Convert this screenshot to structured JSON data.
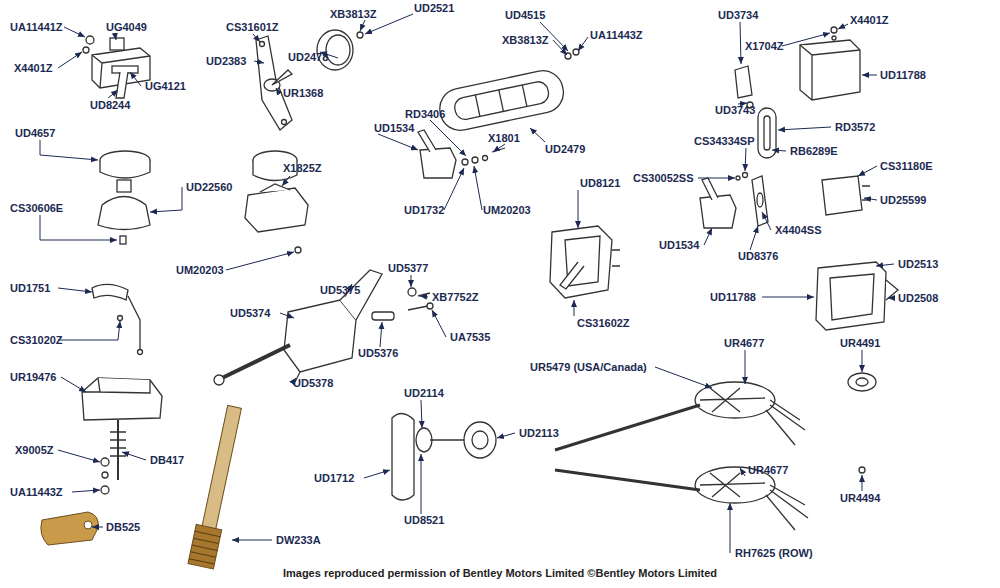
{
  "diagram": {
    "caption": "Images reproduced permission of Bentley Motors Limited ©Bentley Motors Limited",
    "labels": [
      "UA11441Z",
      "UG4049",
      "X4401Z",
      "UG4121",
      "UD8244",
      "CS31601Z",
      "UD2383",
      "UR1368",
      "XB3813Z",
      "UD2521",
      "UD2478",
      "UD4515",
      "XB3813Z",
      "UA11443Z",
      "UD2479",
      "RD3406",
      "UD1534",
      "X1801",
      "UD1732",
      "UM20203",
      "UD3734",
      "X4401Z",
      "X1704Z",
      "UD3743",
      "UD11788",
      "RD3572",
      "RB6289E",
      "CS31180E",
      "CS34334SP",
      "CS30052SS",
      "UD25599",
      "X4404SS",
      "UD1534",
      "UD8376",
      "UD4657",
      "UD22560",
      "X1825Z",
      "CS30606E",
      "UM20203",
      "UD8121",
      "CS31602Z",
      "UD2513",
      "UD2508",
      "UD11788",
      "UD5377",
      "UD5375",
      "XB7752Z",
      "UD5374",
      "UA7535",
      "UD5376",
      "UD5378",
      "UD1751",
      "CS31020Z",
      "UR19476",
      "X9005Z",
      "DB417",
      "UA11443Z",
      "DB525",
      "DW233A",
      "UD2114",
      "UD2113",
      "UD1712",
      "UD8521",
      "UR4677",
      "UR5479 (USA/Canada)",
      "UR4491",
      "UR4677",
      "UR4494",
      "RH7625 (ROW)"
    ]
  }
}
